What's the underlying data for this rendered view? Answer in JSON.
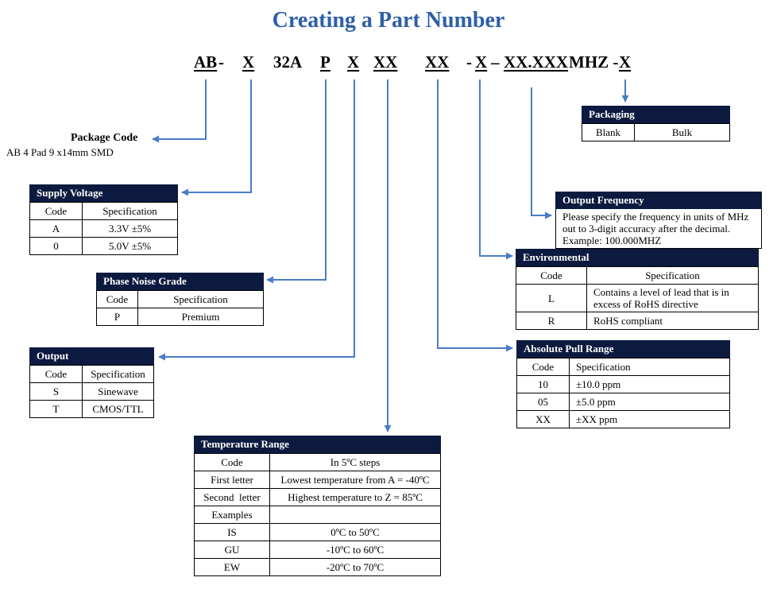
{
  "title": "Creating a Part Number",
  "part_number": {
    "ab": "AB",
    "dash1": "-",
    "x1": "X",
    "mid": "32A",
    "p": "P",
    "x2": "X",
    "xx1": "XX",
    "xx2": "XX",
    "dash2": "-",
    "x3": "X",
    "dash3": "–",
    "freq": "XX.XXX",
    "mhz": "MHZ -",
    "x4": "X"
  },
  "package_code": {
    "title": "Package Code",
    "desc": "AB 4 Pad 9 x14mm SMD"
  },
  "supply_voltage": {
    "title": "Supply Voltage",
    "headers": [
      "Code",
      "Specification"
    ],
    "rows": [
      [
        "A",
        "3.3V ±5%"
      ],
      [
        "0",
        "5.0V ±5%"
      ]
    ]
  },
  "phase_noise": {
    "title": "Phase Noise Grade",
    "headers": [
      "Code",
      "Specification"
    ],
    "rows": [
      [
        "P",
        "Premium"
      ]
    ]
  },
  "output": {
    "title": "Output",
    "headers": [
      "Code",
      "Specification"
    ],
    "rows": [
      [
        "S",
        "Sinewave"
      ],
      [
        "T",
        "CMOS/TTL"
      ]
    ]
  },
  "temperature": {
    "title": "Temperature Range",
    "headers": [
      "Code",
      "In 5ºC steps"
    ],
    "rows": [
      [
        "First letter",
        "Lowest temperature from A = -40ºC"
      ],
      [
        "Second  letter",
        "Highest temperature to Z = 85ºC"
      ],
      [
        "Examples",
        ""
      ],
      [
        "IS",
        "0ºC to 50ºC"
      ],
      [
        "GU",
        "-10ºC to 60ºC"
      ],
      [
        "EW",
        "-20ºC to 70ºC"
      ]
    ]
  },
  "packaging": {
    "title": "Packaging",
    "rows": [
      [
        "Blank",
        "Bulk"
      ]
    ]
  },
  "output_frequency": {
    "title": "Output Frequency",
    "lines": [
      "Please specify the frequency in units of MHz",
      "out to 3-digit accuracy after the decimal.",
      "Example: 100.000MHZ"
    ]
  },
  "environmental": {
    "title": "Environmental",
    "headers": [
      "Code",
      "Specification"
    ],
    "rows": [
      [
        "L",
        "Contains a level of lead that is in excess of RoHS directive"
      ],
      [
        "R",
        "RoHS compliant"
      ]
    ]
  },
  "pull_range": {
    "title": "Absolute Pull Range",
    "headers": [
      "Code",
      "Specification"
    ],
    "rows": [
      [
        "10",
        "±10.0 ppm"
      ],
      [
        "05",
        "±5.0 ppm"
      ],
      [
        "XX",
        "±XX ppm"
      ]
    ]
  },
  "colors": {
    "arrow": "#4a7cc9",
    "header": "#0c1a3f",
    "title": "#2e5fa6"
  }
}
